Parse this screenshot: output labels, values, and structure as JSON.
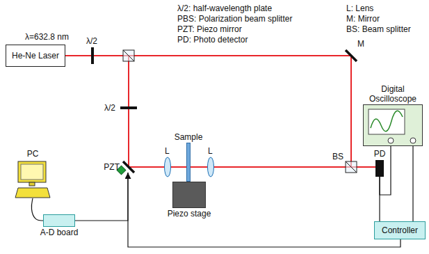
{
  "diagram": {
    "nodes": [
      {
        "text": [
          "He-Ne Laser"
        ]
      },
      {
        "text": [
          "Sample"
        ]
      },
      {
        "text": [
          "Piezo stage"
        ]
      },
      {
        "text": [
          "PZT"
        ]
      },
      {
        "text": [
          "PD"
        ]
      },
      {
        "text": [
          "Digital Oscilloscope"
        ]
      },
      {
        "text": [
          "Controller"
        ]
      },
      {
        "text": [
          "PC"
        ]
      },
      {
        "text": [
          "A-D board"
        ]
      }
    ],
    "edges": [
      {
        "from": 4,
        "to": 5,
        "arrow": "none"
      },
      {
        "from": 4,
        "to": 6,
        "arrow": "none"
      },
      {
        "from": 5,
        "to": 6,
        "arrow": "none"
      },
      {
        "from": 6,
        "to": 3,
        "arrow": "to"
      },
      {
        "from": 8,
        "to": 3,
        "arrow": "none"
      },
      {
        "from": 7,
        "to": 8,
        "arrow": "none"
      }
    ],
    "labels": [
      "λ/2: half-wavelength plate",
      "PBS: Polarization beam splitter",
      "PZT: Piezo mirror",
      "PD: Photo detector",
      "L: Lens",
      "M: Mirror",
      "BS: Beam splitter",
      "λ=632.8 nm",
      "λ/2",
      "λ/2",
      "M",
      "L",
      "L",
      "BS"
    ]
  }
}
